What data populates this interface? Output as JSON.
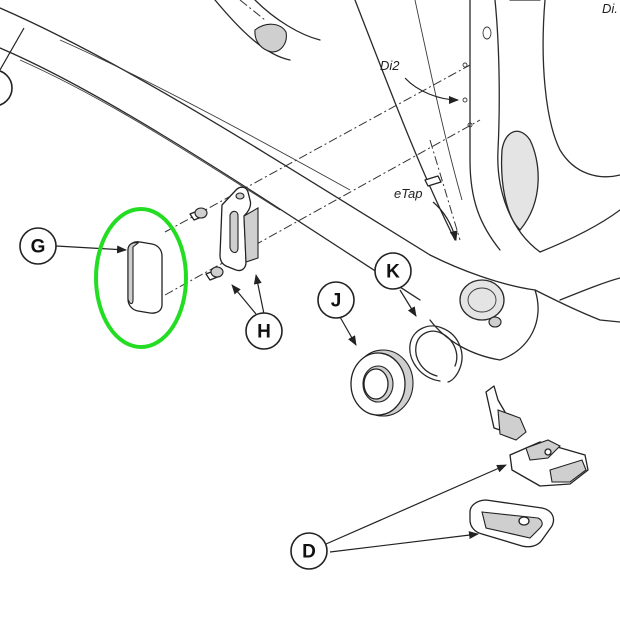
{
  "callouts": {
    "g": "G",
    "h": "H",
    "j": "J",
    "k": "K",
    "d": "D"
  },
  "notes": {
    "di2": "Di2",
    "etap": "eTap",
    "corner": "Di."
  },
  "colors": {
    "highlight": "#22dd22",
    "line": "#222222",
    "shade": "#e4e4e4"
  }
}
